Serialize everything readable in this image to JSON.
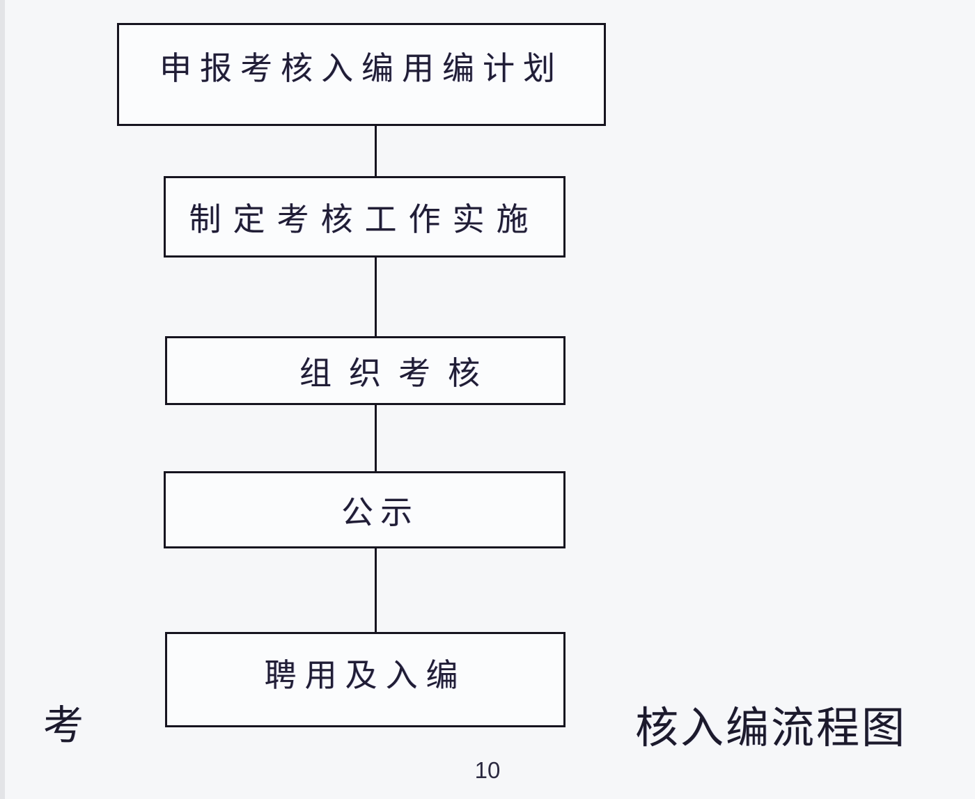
{
  "page": {
    "background_color": "#f6f7f9",
    "page_number": "10"
  },
  "flowchart": {
    "type": "vertical-flow",
    "line_color": "#16141f",
    "text_color": "#201d35",
    "steps": [
      {
        "label": "申报考核入编用编计划"
      },
      {
        "label": "制定考核工作实施"
      },
      {
        "label": "组织考核"
      },
      {
        "label": "公示"
      },
      {
        "label": "聘用及入编"
      }
    ],
    "caption": {
      "left_fragment": "考",
      "right_fragment": "核入编流程图"
    }
  }
}
